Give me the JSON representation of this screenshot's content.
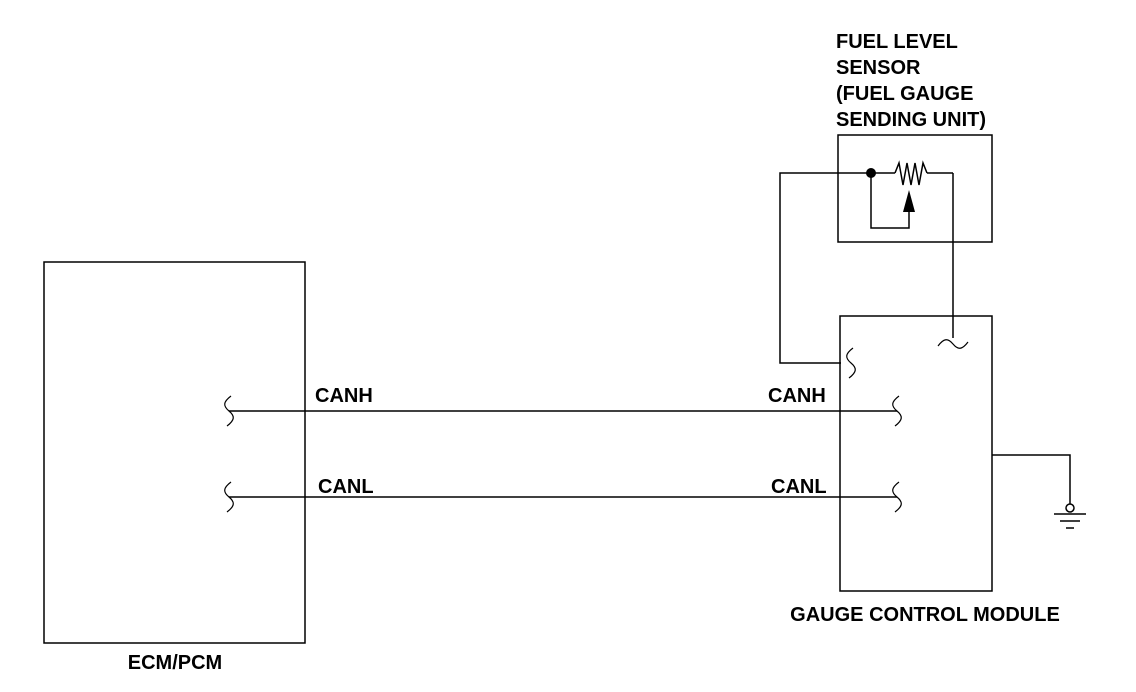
{
  "sensor": {
    "label_lines": [
      "FUEL LEVEL",
      "SENSOR",
      "(FUEL GAUGE",
      "SENDING UNIT)"
    ]
  },
  "ecm": {
    "label": "ECM/PCM"
  },
  "gcm": {
    "label": "GAUGE CONTROL MODULE"
  },
  "bus": {
    "canh_left": "CANH",
    "canh_right": "CANH",
    "canl_left": "CANL",
    "canl_right": "CANL"
  },
  "colors": {
    "line": "#000000",
    "background": "#ffffff"
  },
  "icons": [
    "resistor-icon",
    "wiper-arrow-icon",
    "ground-icon",
    "connector-break-icon"
  ]
}
